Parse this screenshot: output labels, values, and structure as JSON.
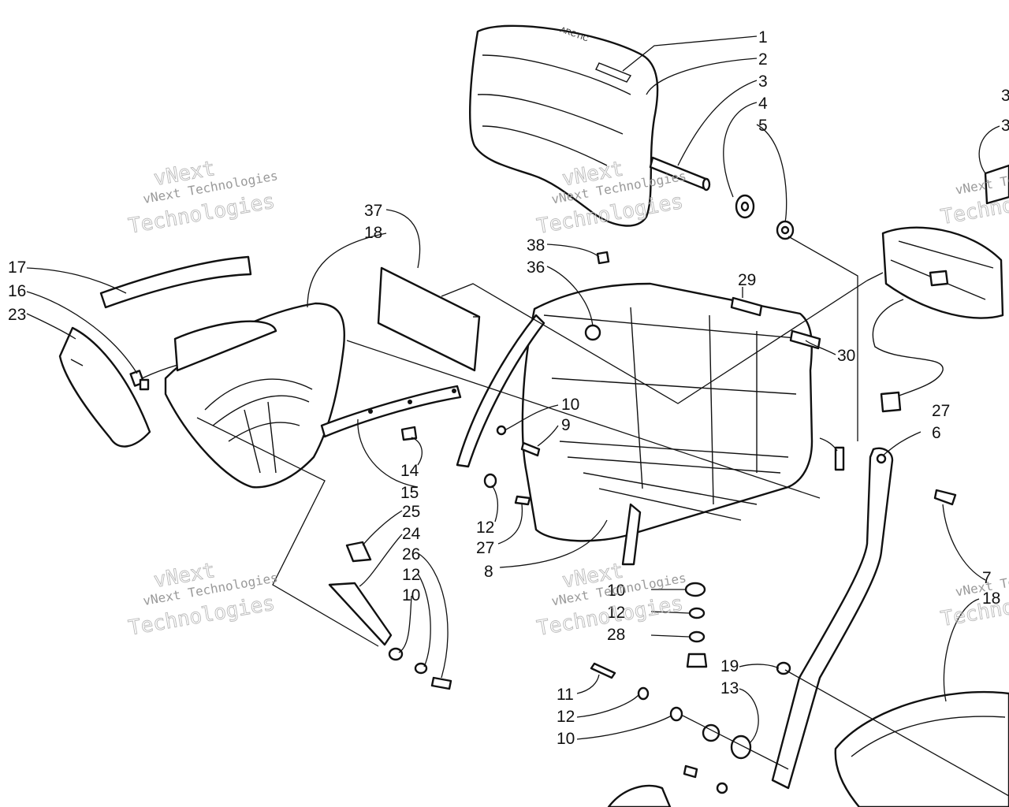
{
  "labels": {
    "n1": "1",
    "n2": "2",
    "n3": "3",
    "n4": "4",
    "n5": "5",
    "n37": "37",
    "n18": "18",
    "n17": "17",
    "n16": "16",
    "n23": "23",
    "n38": "38",
    "n36": "36",
    "n29": "29",
    "n30": "30",
    "n10a": "10",
    "n9": "9",
    "n14": "14",
    "n15": "15",
    "n12a": "12",
    "n27a": "27",
    "n8": "8",
    "n25": "25",
    "n24": "24",
    "n26": "26",
    "n12b": "12",
    "n10b": "10",
    "n10c": "10",
    "n12c": "12",
    "n28": "28",
    "n27b": "27",
    "n6": "6",
    "n7": "7",
    "n18b": "18",
    "n19": "19",
    "n13": "13",
    "n11": "11",
    "n12d": "12",
    "n10d": "10",
    "n3a": "3",
    "n3b": "3"
  },
  "watermark": {
    "line1": "vNext",
    "line2": "vNext Technologies",
    "line3": "Technologies"
  },
  "decal_text": "ARCTIC"
}
